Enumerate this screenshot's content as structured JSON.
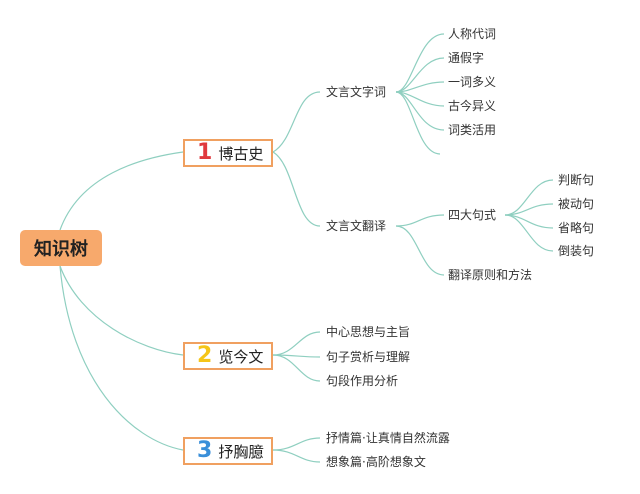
{
  "root": {
    "label": "知识树",
    "color": "#f7a96c"
  },
  "branches": [
    {
      "num": "1",
      "label": "博古史",
      "num_color": "#e0393e",
      "children": [
        {
          "label": "文言文字词",
          "children": [
            "人称代词",
            "通假字",
            "一词多义",
            "古今异义",
            "词类活用"
          ]
        },
        {
          "label": "文言文翻译",
          "children": [
            {
              "label": "四大句式",
              "children": [
                "判断句",
                "被动句",
                "省略句",
                "倒装句"
              ]
            },
            {
              "label": "翻译原则和方法"
            }
          ]
        }
      ]
    },
    {
      "num": "2",
      "label": "览今文",
      "num_color": "#f5c518",
      "children": [
        "中心思想与主旨",
        "句子赏析与理解",
        "句段作用分析"
      ]
    },
    {
      "num": "3",
      "label": "抒胸臆",
      "num_color": "#3a8fd9",
      "children": [
        "抒情篇·让真情自然流露",
        "想象篇·高阶想象文"
      ]
    }
  ],
  "colors": {
    "connector": "#8fcfc0",
    "branch_border": "#f0a060"
  }
}
